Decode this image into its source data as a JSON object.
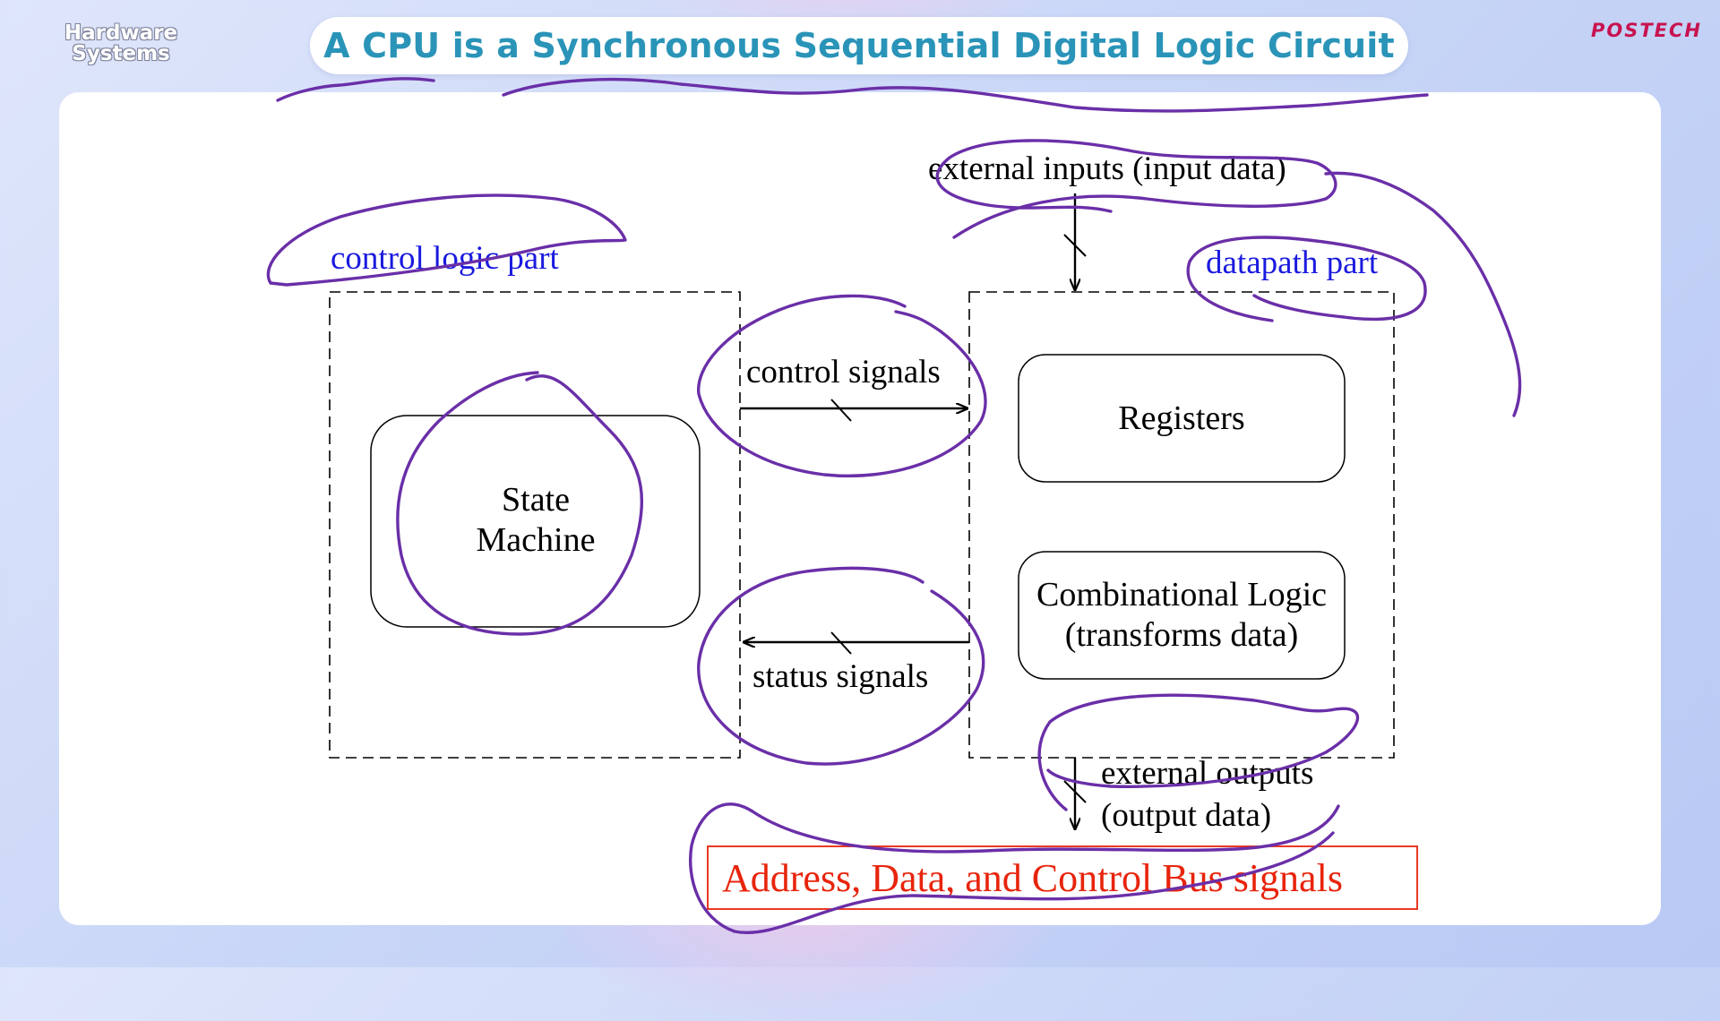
{
  "header": {
    "logo_line1": "Hardware",
    "logo_line2": "Systems",
    "title": "A CPU is a Synchronous Sequential Digital Logic Circuit",
    "brand": "POSTECH"
  },
  "diagram": {
    "control_part_label": "control logic part",
    "datapath_part_label": "datapath part",
    "state_machine_line1": "State",
    "state_machine_line2": "Machine",
    "registers_label": "Registers",
    "combinational_line1": "Combinational Logic",
    "combinational_line2": "(transforms data)",
    "control_signals_label": "control signals",
    "status_signals_label": "status signals",
    "external_inputs_label": "external inputs (input data)",
    "external_outputs_line1": "external outputs",
    "external_outputs_line2": "(output data)",
    "bus_label": "Address, Data, and Control Bus signals"
  },
  "colors": {
    "title": "#2a94b8",
    "brand": "#c8134f",
    "part_label": "#1a1adf",
    "bus_label": "#e8240c",
    "annotation_ink": "#6a2fa8"
  }
}
